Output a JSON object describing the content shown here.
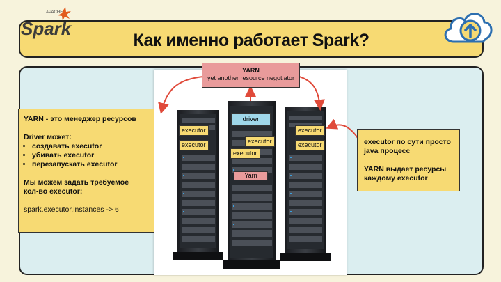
{
  "header": {
    "title": "Как именно работает Spark?",
    "logo_top_text": "APACHE",
    "logo_text": "Spark"
  },
  "yarn_box": {
    "title": "YARN",
    "subtitle": "yet another resource negotiator"
  },
  "left_note": {
    "line1": "YARN - это менеджер ресурсов",
    "driver_heading": "Driver может:",
    "driver_items": [
      "создавать executor",
      "убивать executor",
      "перезапускать executor"
    ],
    "config_line1": "Мы можем задать требуемое",
    "config_line2": "кол-во executor:",
    "config_value": "spark.executor.instances -> 6"
  },
  "right_note": {
    "line1": "executor по сути просто",
    "line2": "java процесс",
    "line3": "YARN выдает ресурсы",
    "line4": "каждому executor"
  },
  "server_labels": {
    "driver": "driver",
    "executor": "executor",
    "yarn": "Yarn"
  },
  "colors": {
    "background": "#f7f3dc",
    "title_fill": "#f7da73",
    "panel_fill": "#dbeef0",
    "yarn_fill": "#e99b9b",
    "driver_fill": "#9fd7ea",
    "arrow": "#e04a3a"
  },
  "icons": [
    "spark-logo",
    "cloud-upload-icon"
  ]
}
